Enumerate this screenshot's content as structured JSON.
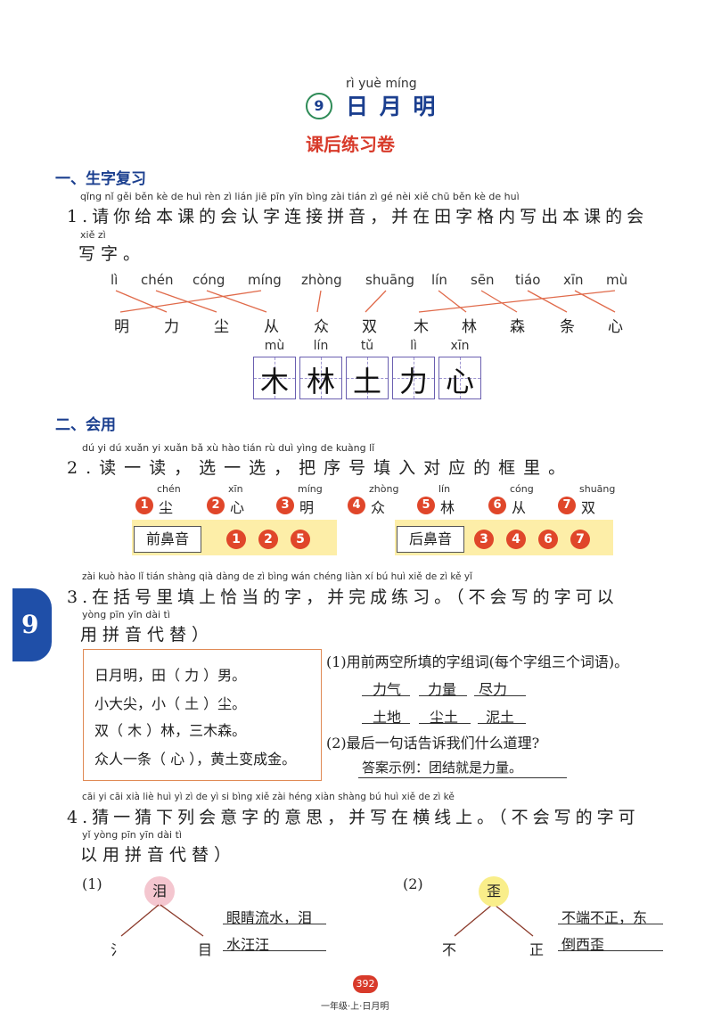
{
  "title": {
    "pinyin": "rì yuè míng",
    "number": "9",
    "text": "日 月 明",
    "subtitle": "课后练习卷"
  },
  "section1": "一、生字复习",
  "section2": "二、会用",
  "q1": {
    "pinyin1": "qǐng nǐ gěi běn kè de huì rèn zì lián jiē pīn yīn  bìng zài tián zì gé nèi xiě chū běn kè de huì",
    "line1": "1.请你给本课的会认字连接拼音，并在田字格内写出本课的会",
    "pinyin2": "xiě zì",
    "line2": "写字。",
    "top_pinyin": [
      "lì",
      "chén",
      "cóng",
      "míng",
      "zhòng",
      "shuāng",
      "lín",
      "sēn",
      "tiáo",
      "xīn",
      "mù"
    ],
    "bottom_chars": [
      "明",
      "力",
      "尘",
      "从",
      "众",
      "双",
      "木",
      "林",
      "森",
      "条",
      "心"
    ],
    "grid_pinyin": [
      "mù",
      "lín",
      "tǔ",
      "lì",
      "xīn"
    ],
    "grid_chars": [
      "木",
      "林",
      "土",
      "力",
      "心"
    ]
  },
  "q2": {
    "pinyin": "dú yi dú    xuǎn yi xuǎn    bǎ xù hào tián rù duì yìng de kuàng lǐ",
    "line": "2.读一读，选一选，把序号填入对应的框里。",
    "items": [
      {
        "num": "1",
        "py": "chén",
        "ch": "尘"
      },
      {
        "num": "2",
        "py": "xīn",
        "ch": "心"
      },
      {
        "num": "3",
        "py": "míng",
        "ch": "明"
      },
      {
        "num": "4",
        "py": "zhòng",
        "ch": "众"
      },
      {
        "num": "5",
        "py": "lín",
        "ch": "林"
      },
      {
        "num": "6",
        "py": "cóng",
        "ch": "从"
      },
      {
        "num": "7",
        "py": "shuāng",
        "ch": "双"
      }
    ],
    "front_label": "前鼻音",
    "front_nums": [
      "1",
      "2",
      "5"
    ],
    "back_label": "后鼻音",
    "back_nums": [
      "3",
      "4",
      "6",
      "7"
    ]
  },
  "q3": {
    "pinyin1": "zài kuò hào lǐ  tián shàng qià dàng de  zì     bìng wán chéng liàn xí        bú huì xiě de zì kě yǐ",
    "line1": "3.在括号里填上恰当的字，并完成练习。（不会写的字可以",
    "pinyin2": "yòng pīn yīn dài  tì",
    "line2": "用拼音代替）",
    "box_lines": [
      "日月明，田（ 力 ）男。",
      "小大尖，小（ 土 ）尘。",
      "双（ 木 ）林，三木森。",
      "众人一条（ 心 ），黄土变成金。"
    ],
    "sub1": "(1)用前两空所填的字组词(每个字组三个词语)。",
    "words1": [
      "力气",
      "力量",
      "尽力"
    ],
    "words2": [
      "土地",
      "尘土",
      "泥土"
    ],
    "sub2": "(2)最后一句话告诉我们什么道理?",
    "answer": "答案示例：团结就是力量。"
  },
  "q4": {
    "pinyin1": "cāi yi cāi xià liè huì yì zì de yì si       bìng xiě zài héng xiàn shàng       bú huì xiě de zì kě",
    "line1": "4.猜一猜下列会意字的意思，并写在横线上。（不会写的字可",
    "pinyin2": "yǐ yòng pīn yīn dài  tì",
    "line2": "以用拼音代替）",
    "p1_label": "(1)",
    "p1_char": "泪",
    "p1_left": "氵",
    "p1_right": "目",
    "p1_line1": "眼睛流水，泪",
    "p1_line2": "水汪汪",
    "p2_label": "(2)",
    "p2_char": "歪",
    "p2_left": "不",
    "p2_right": "正",
    "p2_line1": "不端不正，东",
    "p2_line2": "倒西歪"
  },
  "side_tab": "9",
  "page_number": "392",
  "footer": "一年级·上·日月明"
}
